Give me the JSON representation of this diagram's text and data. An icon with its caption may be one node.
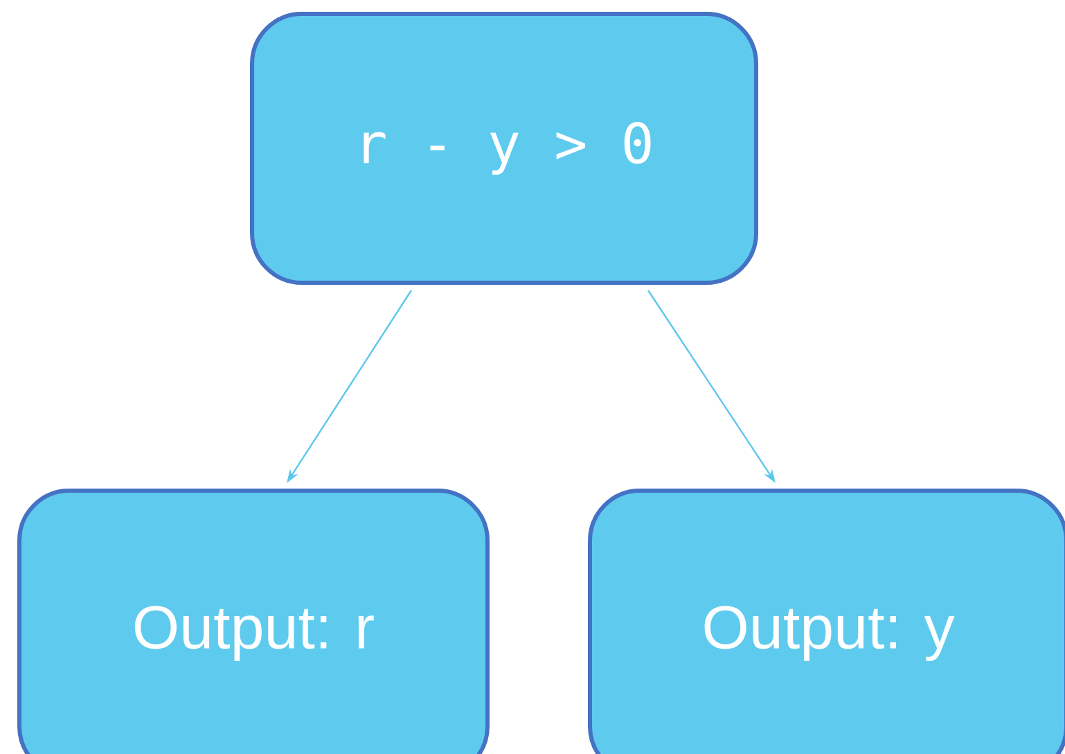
{
  "diagram": {
    "nodes": [
      {
        "text": [
          "r - y > 0"
        ]
      },
      {
        "text": [
          "Output: r"
        ]
      },
      {
        "text": [
          "Output: y"
        ]
      }
    ],
    "edges": [
      {
        "from": 0,
        "to": 1,
        "arrow": "to"
      },
      {
        "from": 0,
        "to": 2,
        "arrow": "to"
      }
    ]
  }
}
